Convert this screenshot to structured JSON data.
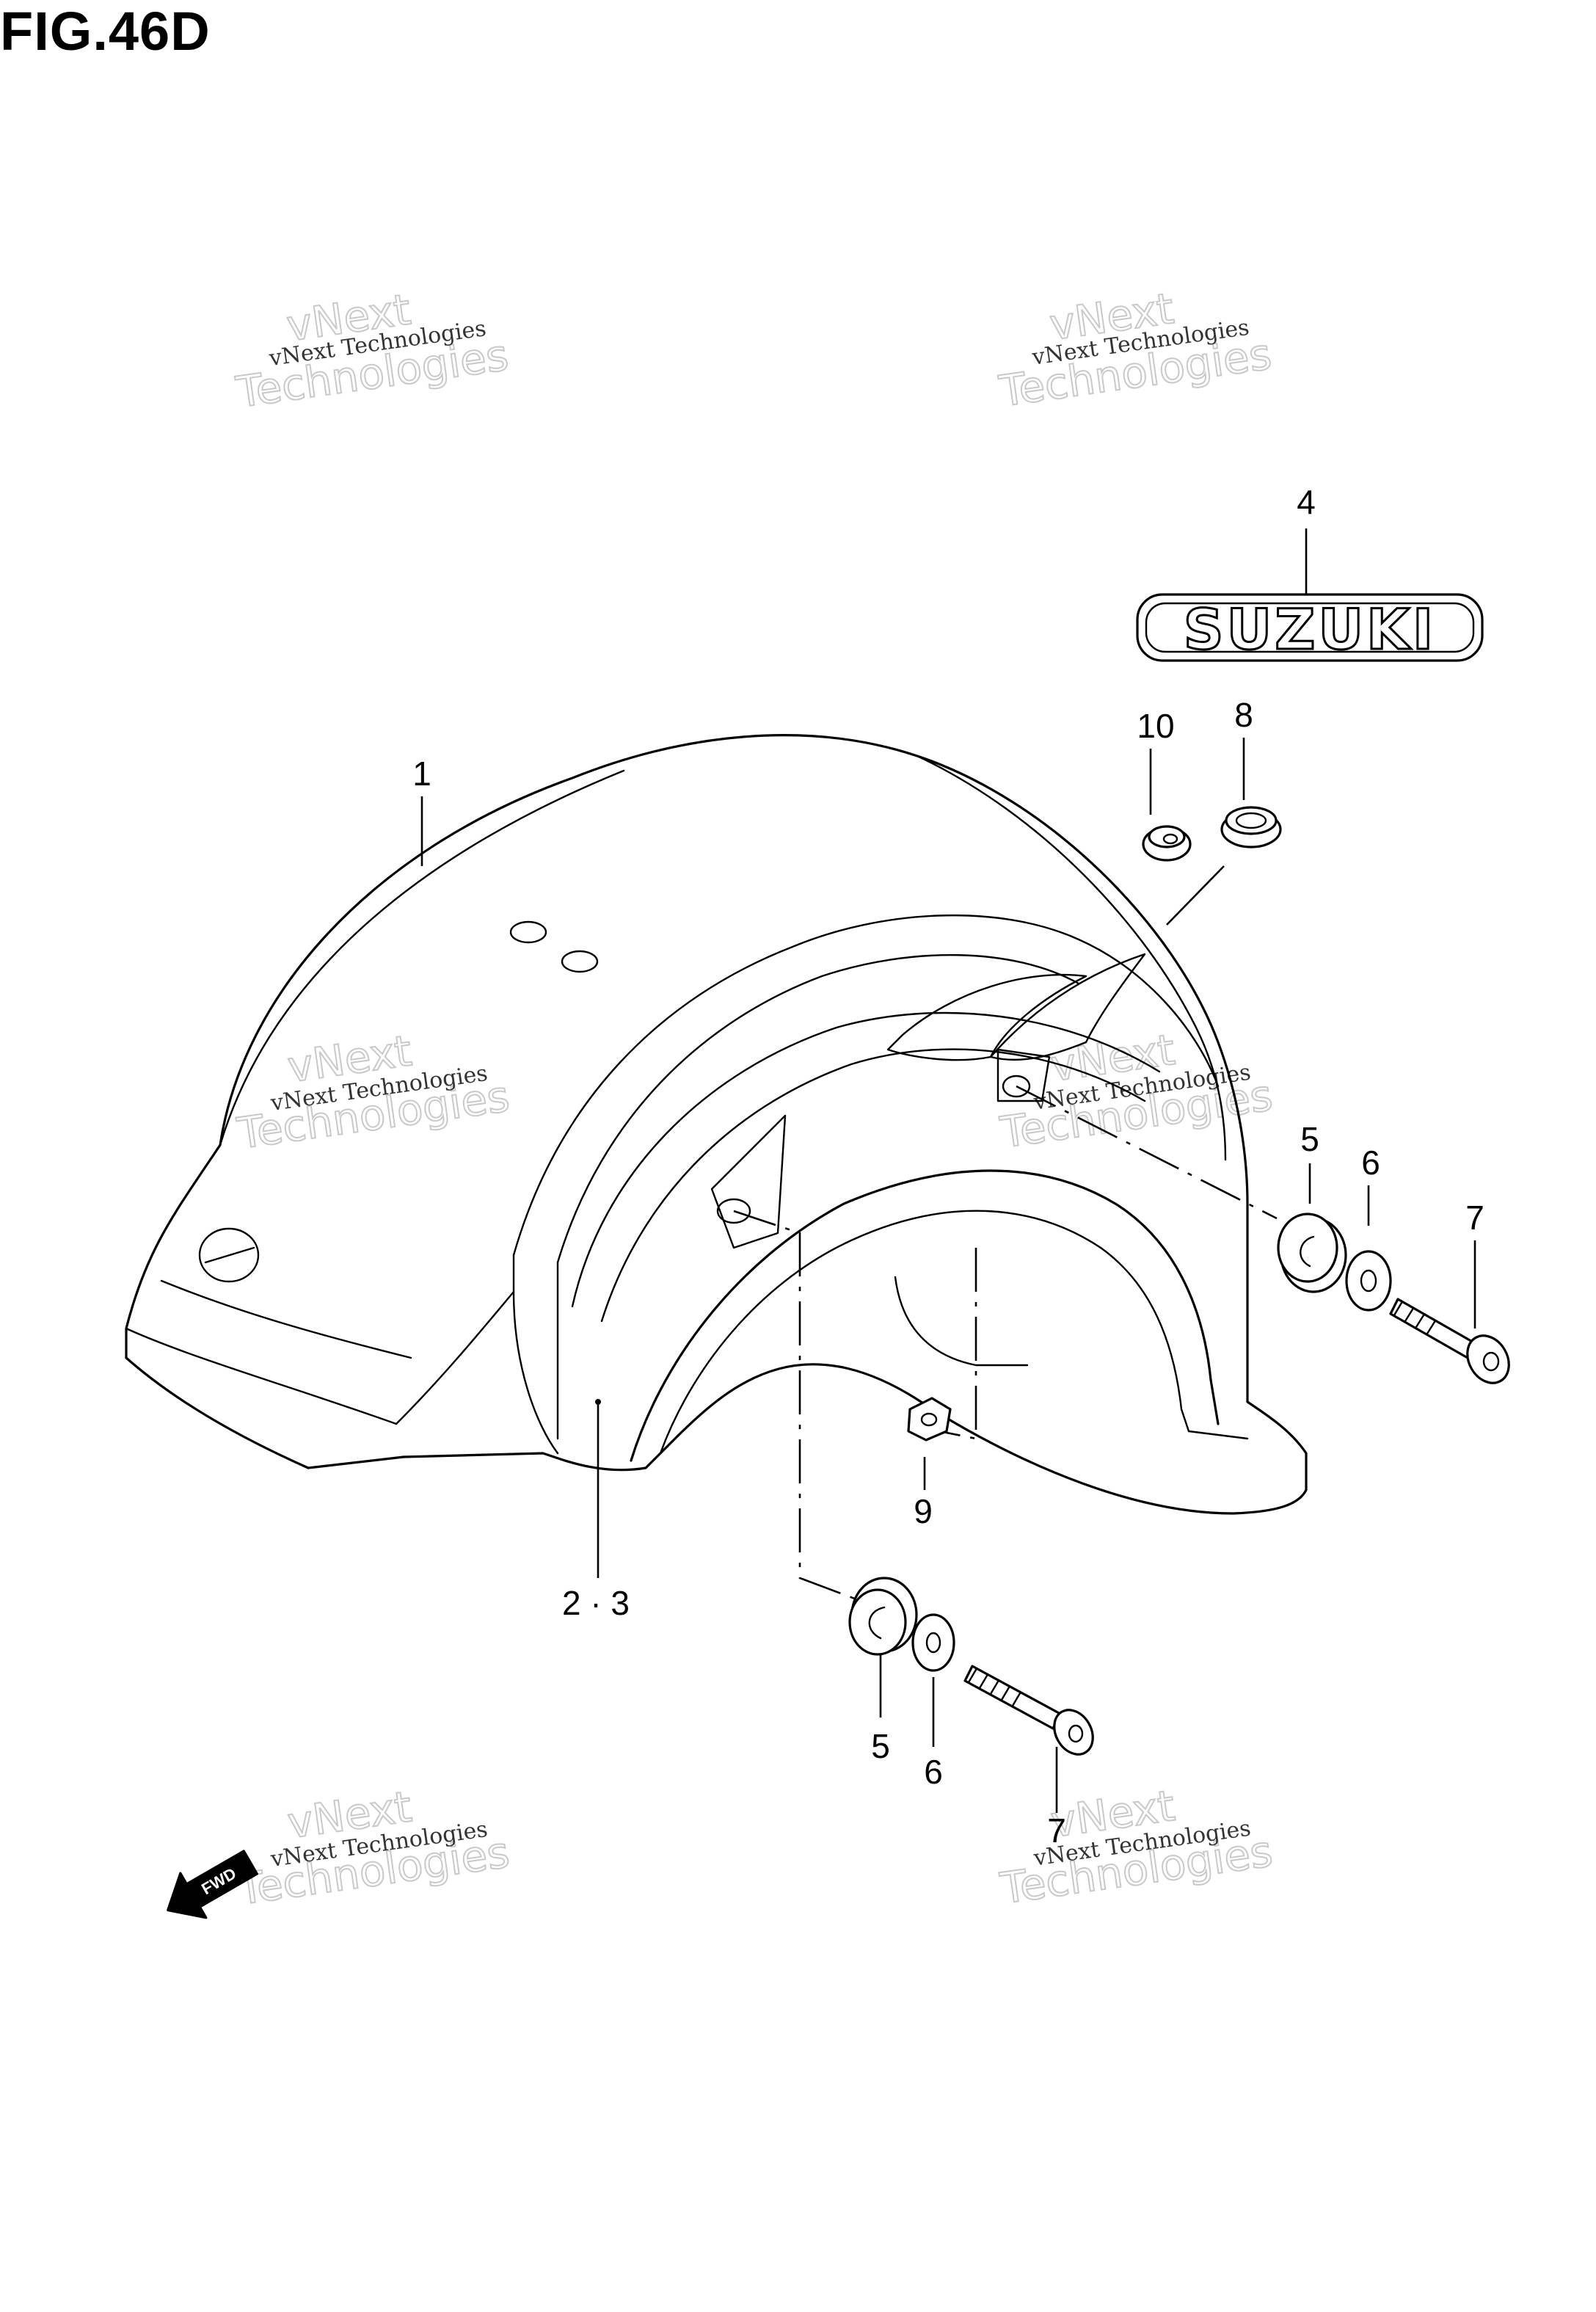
{
  "figure": {
    "title": "FIG.46D"
  },
  "watermark": {
    "line1": "vNext Technologies",
    "line2": "vNext",
    "line3": "Technologies"
  },
  "emblem": {
    "text": "SUZUKI"
  },
  "fwd_label": "FWD",
  "callouts": {
    "c1": "1",
    "c23": "2 · 3",
    "c4": "4",
    "c5a": "5",
    "c5b": "5",
    "c6a": "6",
    "c6b": "6",
    "c7a": "7",
    "c7b": "7",
    "c8": "8",
    "c9": "9",
    "c10": "10"
  }
}
